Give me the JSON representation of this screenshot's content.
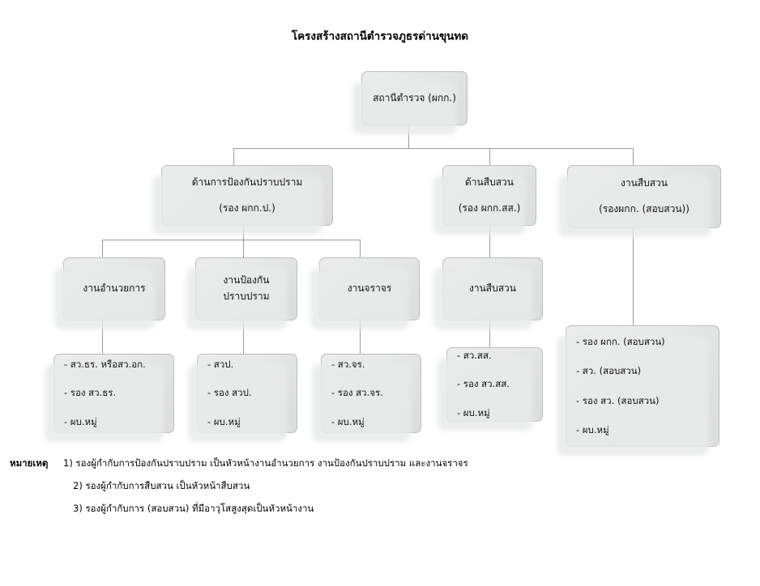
{
  "title": "โครงสร้างสถานีตำรวจภูธรด่านขุนทด",
  "nodes": {
    "root": {
      "line1": "สถานีตำรวจ (ผกก.)"
    },
    "prevention": {
      "line1": "ด้านการป้องกันปราบปราม",
      "line2": "(รอง ผกก.ป.)"
    },
    "intelligence": {
      "line1": "ด้านสืบสวน",
      "line2": "(รอง ผกก.สส.)"
    },
    "inquiry": {
      "line1": "งานสืบสวน",
      "line2": "(รองผกก. (สอบสวน))"
    },
    "admin": {
      "line1": "งานอำนวยการ"
    },
    "suppression": {
      "line1": "งานป้องกัน",
      "line2": "ปราบปราม"
    },
    "traffic": {
      "line1": "งานจราจร"
    },
    "investigation": {
      "line1": "งานสืบสวน"
    }
  },
  "details": {
    "admin_staff": {
      "l1": "- สว.ธร. หรือสว.อก.",
      "l2": "- รอง สว.ธร.",
      "l3": "- ผบ.หมู่"
    },
    "suppression_staff": {
      "l1": "- สวป.",
      "l2": "- รอง สวป.",
      "l3": "- ผบ.หมู่"
    },
    "traffic_staff": {
      "l1": "- สว.จร.",
      "l2": "- รอง สว.จร.",
      "l3": "- ผบ.หมู่"
    },
    "investigation_staff": {
      "l1": "- สว.สส.",
      "l2": "- รอง สว.สส.",
      "l3": "- ผบ.หมู่"
    },
    "inquiry_staff": {
      "l1": "- รอง ผกก. (สอบสวน)",
      "l2": "- สว. (สอบสวน)",
      "l3": "- รอง สว. (สอบสวน)",
      "l4": "- ผบ.หมู่"
    }
  },
  "notes": {
    "label": "หมายเหตุ",
    "items": [
      "1) รองผู้กำกับการป้องกันปราบปราม เป็นหัวหน้างานอำนวยการ งานป้องกันปราบปราม และงานจราจร",
      "2) รองผู้กำกับการสืบสวน เป็นหัวหน้าสืบสวน",
      "3) รองผู้กำกับการ (สอบสวน) ที่มีอาวุโสสูงสุดเป็นหัวหน้างาน"
    ]
  },
  "colors": {
    "box_fill": "#e6e7e7",
    "box_border": "#bdbdbd",
    "connector": "#9a9a9a",
    "text": "#111111",
    "background": "#ffffff"
  }
}
